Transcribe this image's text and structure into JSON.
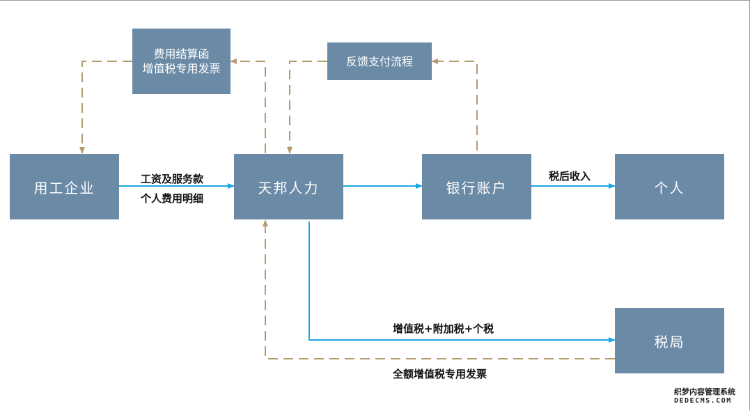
{
  "nodes": {
    "employer": "用工企业",
    "tianbang": "天邦人力",
    "bank": "银行账户",
    "person": "个人",
    "taxbureau": "税局",
    "settlement": "费用结算函\n增值税专用发票",
    "feedback": "反馈支付流程"
  },
  "edges": {
    "wages_line1": "工资及服务款",
    "wages_line2": "个人费用明细",
    "after_tax": "税后收入",
    "taxes": "增值税+附加税+个税",
    "full_invoice": "全额增值税专用发票"
  },
  "watermark": {
    "line1": "织梦内容管理系统",
    "line2": "DEDECMS.COM"
  },
  "colors": {
    "box": "#6b8aa6",
    "solid_arrow": "#1aa7e6",
    "dashed_arrow": "#b49a6e"
  }
}
